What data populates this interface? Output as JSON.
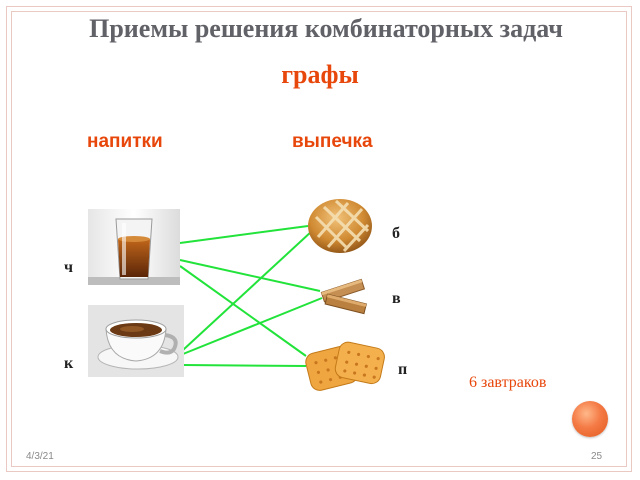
{
  "slide": {
    "title": "Приемы решения комбинаторных задач",
    "subtitle": "графы",
    "categories": {
      "left": "напитки",
      "right": "выпечка"
    },
    "left_nodes": [
      {
        "id": "ch",
        "label": "ч",
        "image": "glass-of-tea-icon"
      },
      {
        "id": "k",
        "label": "к",
        "image": "cup-of-coffee-icon"
      }
    ],
    "right_nodes": [
      {
        "id": "b",
        "label": "б",
        "image": "bun-icon"
      },
      {
        "id": "v",
        "label": "в",
        "image": "wafer-icon"
      },
      {
        "id": "p",
        "label": "п",
        "image": "cookies-icon"
      }
    ],
    "edges": [
      [
        "ch",
        "b"
      ],
      [
        "ch",
        "v"
      ],
      [
        "ch",
        "p"
      ],
      [
        "k",
        "b"
      ],
      [
        "k",
        "v"
      ],
      [
        "k",
        "p"
      ]
    ],
    "edge_color": "#22e33a",
    "accent_color": "#e8470c",
    "result_text": "6 завтраков",
    "footer": {
      "date": "4/3/21",
      "page": "25"
    }
  }
}
